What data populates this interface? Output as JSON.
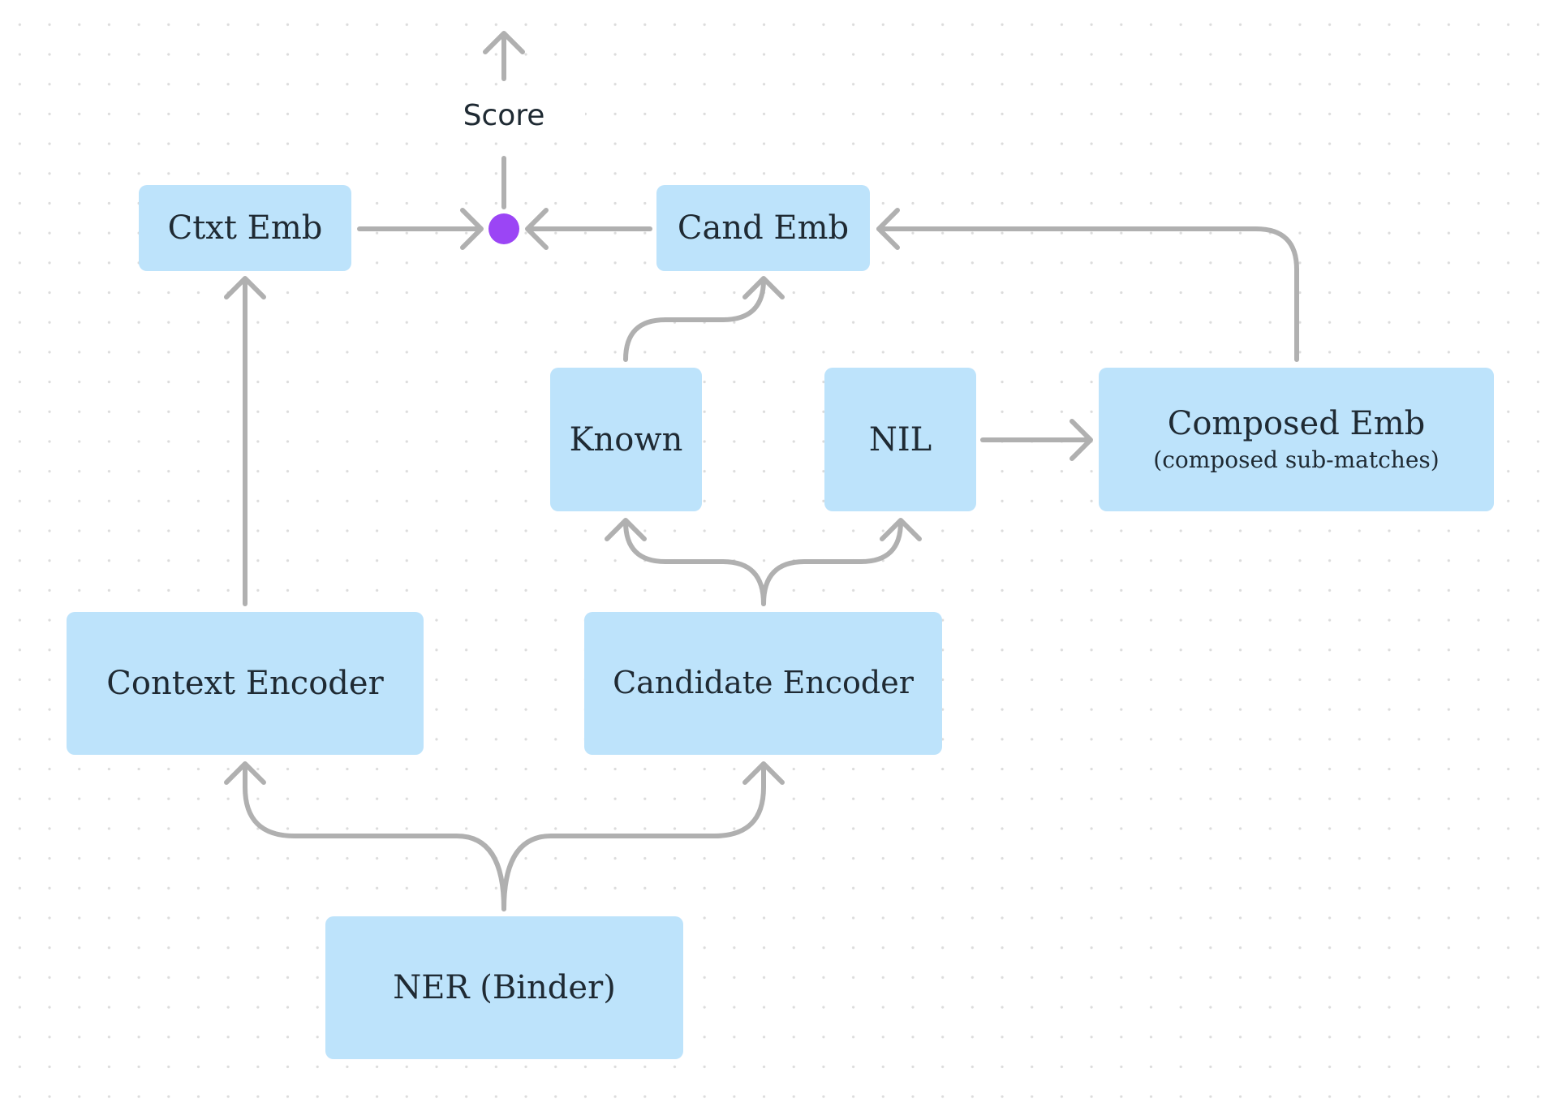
{
  "nodes": {
    "ctxt_emb": "Ctxt Emb",
    "cand_emb": "Cand Emb",
    "known": "Known",
    "nil": "NIL",
    "composed_emb": "Composed Emb",
    "composed_emb_sub": "(composed sub-matches)",
    "context_encoder": "Context Encoder",
    "candidate_encoder": "Candidate Encoder",
    "ner": "NER (Binder)"
  },
  "score_label": "Score",
  "colors": {
    "node_fill": "#bde3fb",
    "connector": "#b0b0b0",
    "score_dot": "#9b45f5",
    "text": "#1f2a33"
  }
}
